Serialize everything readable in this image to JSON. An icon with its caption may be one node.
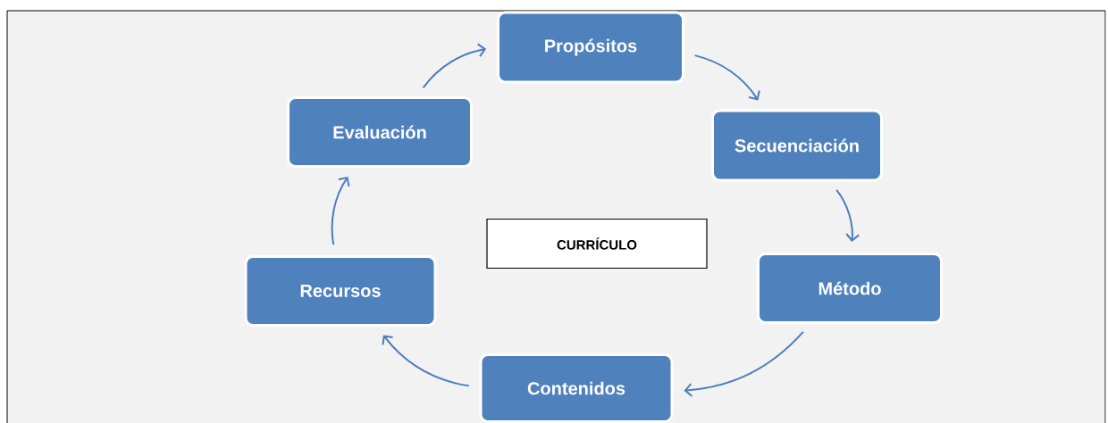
{
  "diagram": {
    "nodes": [
      {
        "text": [
          "Propósitos"
        ]
      },
      {
        "text": [
          "Secuenciación"
        ]
      },
      {
        "text": [
          "Método"
        ]
      },
      {
        "text": [
          "Contenidos"
        ]
      },
      {
        "text": [
          "Recursos"
        ]
      },
      {
        "text": [
          "Evaluación"
        ]
      },
      {
        "text": [
          "CURRÍCULO"
        ]
      }
    ],
    "edges": [
      {
        "from": 5,
        "to": 0,
        "arrow": "to"
      },
      {
        "from": 0,
        "to": 1,
        "arrow": "to"
      },
      {
        "from": 1,
        "to": 2,
        "arrow": "to"
      },
      {
        "from": 2,
        "to": 3,
        "arrow": "to"
      },
      {
        "from": 3,
        "to": 4,
        "arrow": "to"
      },
      {
        "from": 4,
        "to": 5,
        "arrow": "to"
      }
    ]
  }
}
